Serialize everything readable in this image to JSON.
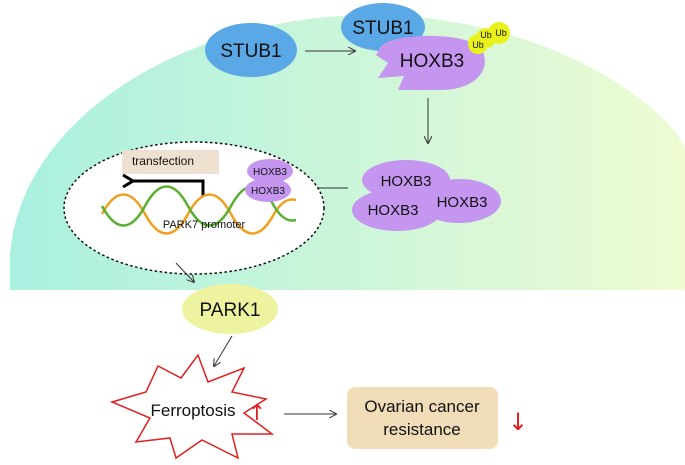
{
  "colors": {
    "cell_gradient_left": "#a9f0e0",
    "cell_gradient_right": "#eefbd3",
    "stub1_blue": "#5aa8e6",
    "hoxb3_purple": "#c496f0",
    "ub_yellow": "#eaf21c",
    "park1_yellow": "#eef3a0",
    "resistance_box": "#f2ddb9",
    "transfection_box": "#efe1cf",
    "up_arrow_red": "#e02020",
    "dna_orange": "#f0a020",
    "dna_green": "#59b030"
  },
  "icons": {
    "degradation": "broken-hoxb3-shape",
    "ubiquitin": "ubiquitin-circles",
    "dna": "double-helix",
    "transcription": "bent-arrow",
    "cell_death": "jagged-star-outline"
  },
  "labels": {
    "stub1_free": "STUB1",
    "stub1_bound": "STUB1",
    "hoxb3_bound": "HOXB3",
    "ub": [
      "Ub",
      "Ub",
      "Ub"
    ],
    "hoxb3_cluster": [
      "HOXB3",
      "HOXB3",
      "HOXB3"
    ],
    "nucleus_hoxb3": [
      "HOXB3",
      "HOXB3"
    ],
    "transfection": "transfection",
    "promoter": "PARK7 promoter",
    "park1": "PARK1",
    "ferroptosis": "Ferroptosis",
    "ferroptosis_arrow": "↑",
    "resistance_line1": "Ovarian cancer",
    "resistance_line2": "resistance",
    "resistance_arrow": "↓"
  }
}
